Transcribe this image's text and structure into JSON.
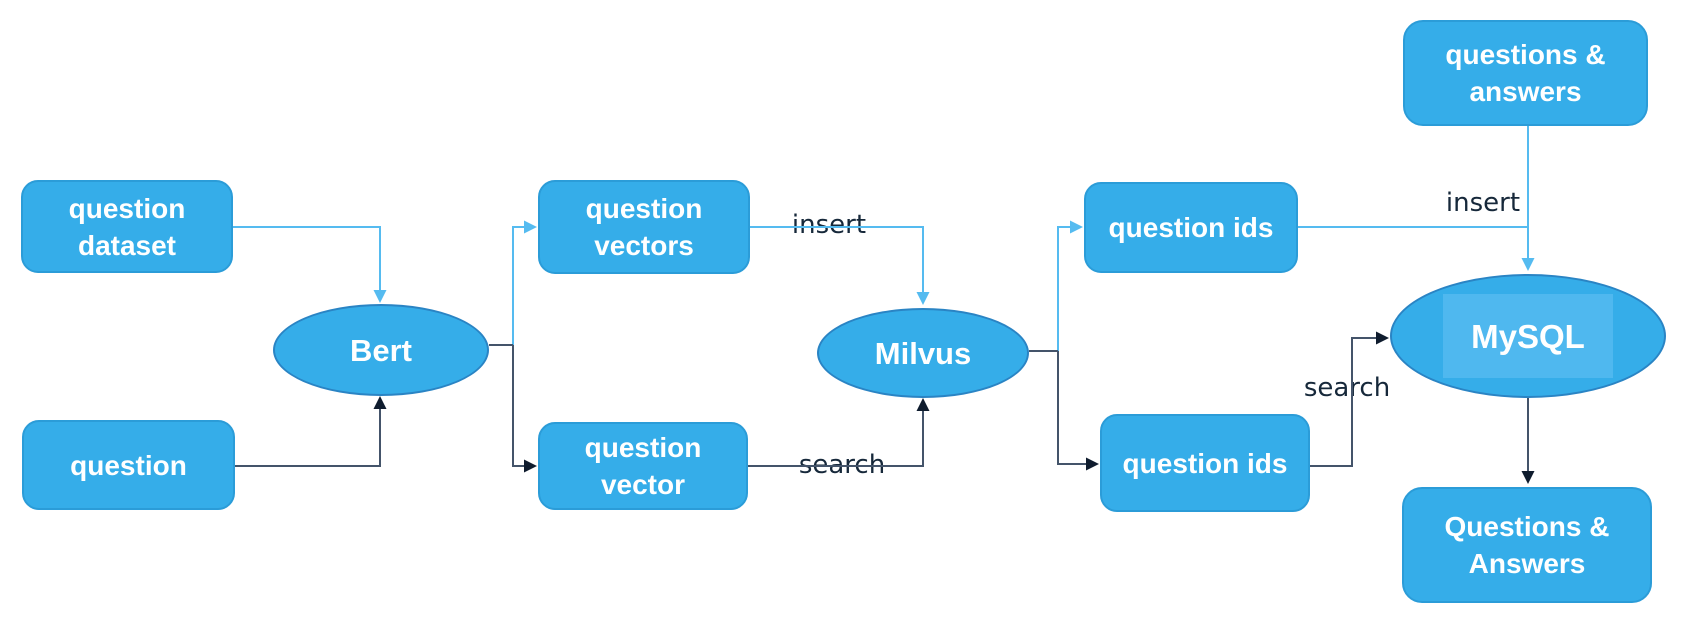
{
  "diagram": {
    "title": "question answering system architecture",
    "nodes": {
      "q_dataset": {
        "label": "question dataset",
        "shape": "rounded-rect"
      },
      "question": {
        "label": "question",
        "shape": "rounded-rect"
      },
      "bert": {
        "label": "Bert",
        "shape": "ellipse"
      },
      "q_vectors": {
        "label": "question vectors",
        "shape": "rounded-rect"
      },
      "q_vector": {
        "label": "question vector",
        "shape": "rounded-rect"
      },
      "milvus": {
        "label": "Milvus",
        "shape": "ellipse"
      },
      "q_ids_top": {
        "label": "question ids",
        "shape": "rounded-rect"
      },
      "q_ids_bot": {
        "label": "question ids",
        "shape": "rounded-rect"
      },
      "qa_top": {
        "label": "questions & answers",
        "shape": "rounded-rect"
      },
      "mysql": {
        "label": "MySQL",
        "shape": "ellipse"
      },
      "qa_bottom": {
        "label": "Questions & Answers",
        "shape": "rounded-rect"
      }
    },
    "edges": [
      {
        "from": "q_dataset",
        "to": "bert",
        "label": "",
        "style": "light"
      },
      {
        "from": "question",
        "to": "bert",
        "label": "",
        "style": "dark"
      },
      {
        "from": "bert",
        "to": "q_vectors",
        "label": "",
        "style": "light"
      },
      {
        "from": "bert",
        "to": "q_vector",
        "label": "",
        "style": "dark"
      },
      {
        "from": "q_vectors",
        "to": "milvus",
        "label": "insert",
        "style": "light"
      },
      {
        "from": "q_vector",
        "to": "milvus",
        "label": "search",
        "style": "dark"
      },
      {
        "from": "milvus",
        "to": "q_ids_top",
        "label": "",
        "style": "light"
      },
      {
        "from": "milvus",
        "to": "q_ids_bot",
        "label": "",
        "style": "dark"
      },
      {
        "from": "q_ids_top",
        "to": "mysql",
        "label": "",
        "style": "light"
      },
      {
        "from": "qa_top",
        "to": "mysql",
        "label": "insert",
        "style": "light"
      },
      {
        "from": "q_ids_bot",
        "to": "mysql",
        "label": "search",
        "style": "dark"
      },
      {
        "from": "mysql",
        "to": "qa_bottom",
        "label": "",
        "style": "dark"
      }
    ],
    "colors": {
      "background": "#ffffff",
      "node_fill": "#35ade9",
      "node_border": "#2b9cd8",
      "ellipse_border": "#2a84c4",
      "node_text": "#ffffff",
      "mysql_highlight": "#4fb8ef",
      "light_line": "#55bbf0",
      "dark_line": "#44546a",
      "dark_arrow": "#0f1c2e",
      "label_text": "#16283a"
    }
  }
}
